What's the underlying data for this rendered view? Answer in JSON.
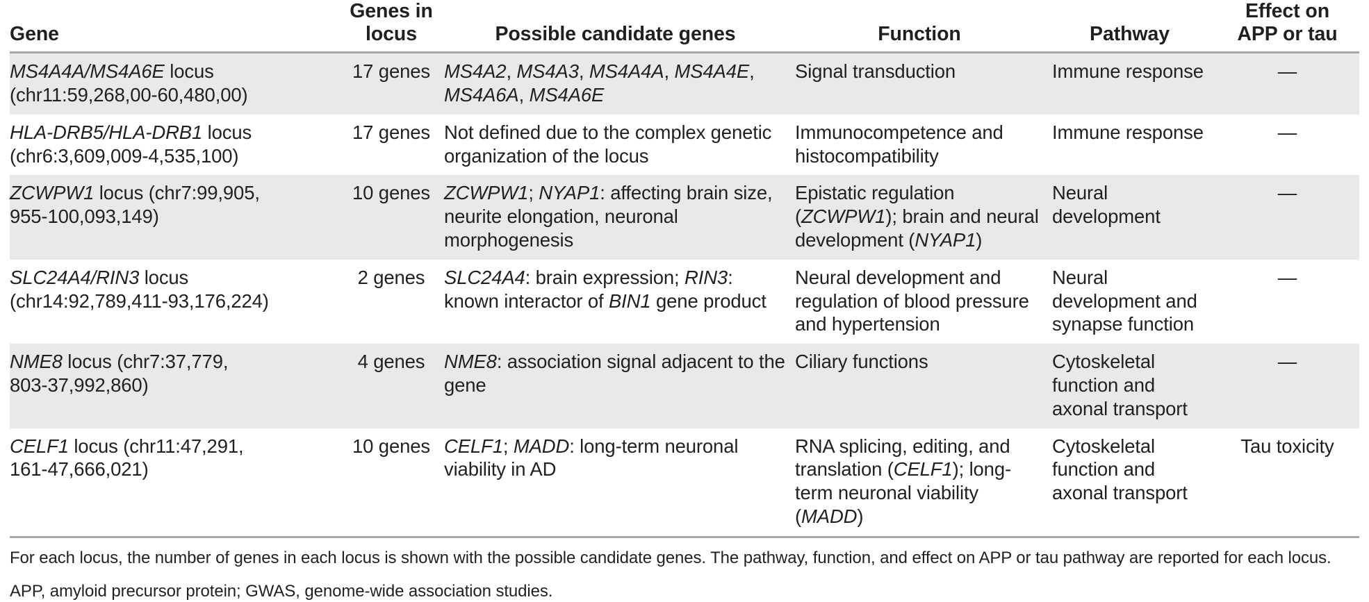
{
  "table": {
    "headers": {
      "gene": "Gene",
      "genes_in_locus_line1": "Genes in",
      "genes_in_locus_line2": "locus",
      "candidate_genes": "Possible candidate genes",
      "function": "Function",
      "pathway": "Pathway",
      "effect_line1": "Effect on",
      "effect_line2": "APP or tau"
    },
    "rows": [
      {
        "gene_name": "MS4A4A/MS4A6E",
        "gene_suffix": " locus",
        "gene_coords": "(chr11:59,268,00-60,480,00)",
        "genes_in_locus": "17 genes",
        "candidate_genes": "MS4A2, MS4A3, MS4A4A, MS4A4E, MS4A6A, MS4A6E",
        "function": "Signal transduction",
        "pathway": "Immune response",
        "effect": "—"
      },
      {
        "gene_name": "HLA-DRB5/HLA-DRB1",
        "gene_suffix": " locus",
        "gene_coords": "(chr6:3,609,009-4,535,100)",
        "genes_in_locus": "17 genes",
        "candidate_genes": "Not defined due to the complex genetic organization of the locus",
        "function": "Immunocompetence and histocompatibility",
        "pathway": "Immune response",
        "effect": "—"
      },
      {
        "gene_name": "ZCWPW1",
        "gene_suffix": " locus (chr7:99,905,",
        "gene_coords": "955-100,093,149)",
        "genes_in_locus": "10 genes",
        "candidate_genes": "ZCWPW1; NYAP1: affecting brain size, neurite elongation, neuronal morphogenesis",
        "function": "Epistatic regulation (ZCWPW1); brain and neural development (NYAP1)",
        "pathway": "Neural development",
        "effect": "—"
      },
      {
        "gene_name": "SLC24A4/RIN3",
        "gene_suffix": " locus",
        "gene_coords": "(chr14:92,789,411-93,176,224)",
        "genes_in_locus": "2 genes",
        "candidate_genes": "SLC24A4: brain expression; RIN3: known interactor of BIN1 gene product",
        "function": "Neural development and regulation of blood pressure and hypertension",
        "pathway": "Neural development and synapse function",
        "effect": "—"
      },
      {
        "gene_name": "NME8",
        "gene_suffix": " locus (chr7:37,779,",
        "gene_coords": "803-37,992,860)",
        "genes_in_locus": "4 genes",
        "candidate_genes": "NME8: association signal adjacent to the gene",
        "function": "Ciliary functions",
        "pathway": "Cytoskeletal function and axonal transport",
        "effect": "—"
      },
      {
        "gene_name": "CELF1",
        "gene_suffix": " locus (chr11:47,291,",
        "gene_coords": "161-47,666,021)",
        "genes_in_locus": "10 genes",
        "candidate_genes": "CELF1; MADD: long-term neuronal viability in AD",
        "function": "RNA splicing, editing, and translation (CELF1); long-term neuronal viability (MADD)",
        "pathway": "Cytoskeletal function and axonal transport",
        "effect": "Tau toxicity"
      }
    ]
  },
  "footnotes": {
    "description": "For each locus, the number of genes in each locus is shown with the possible candidate genes. The pathway, function, and effect on APP or tau pathway are reported for each locus.",
    "abbreviations": "APP, amyloid precursor protein; GWAS, genome-wide association studies."
  },
  "colors": {
    "text": "#231f20",
    "rule": "#a8a8a8",
    "shaded_row": "#e9e9e9",
    "background": "#ffffff"
  }
}
